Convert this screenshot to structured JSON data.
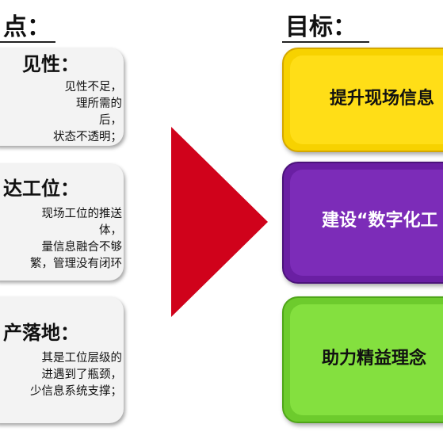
{
  "headings": {
    "left": "点：",
    "right": "目标："
  },
  "problems": [
    {
      "title": "见性：",
      "lines": [
        "见性不足，",
        "理所需的",
        "后，",
        "状态不透明；"
      ]
    },
    {
      "title": "达工位：",
      "lines": [
        "现场工位的推送",
        "体，",
        "量信息融合不够",
        "繁，管理没有闭环"
      ]
    },
    {
      "title": "产落地：",
      "lines": [
        "其是工位层级的",
        "进遇到了瓶颈，",
        "少信息系统支撑；"
      ]
    }
  ],
  "goals": [
    {
      "label": "提升现场信息",
      "color": "#ffde17"
    },
    {
      "label": "建设“数字化工",
      "color": "#7c2cb8"
    },
    {
      "label": "助力精益理念",
      "color": "#84e03f"
    }
  ],
  "arrow": {
    "color": "#d0021b"
  }
}
